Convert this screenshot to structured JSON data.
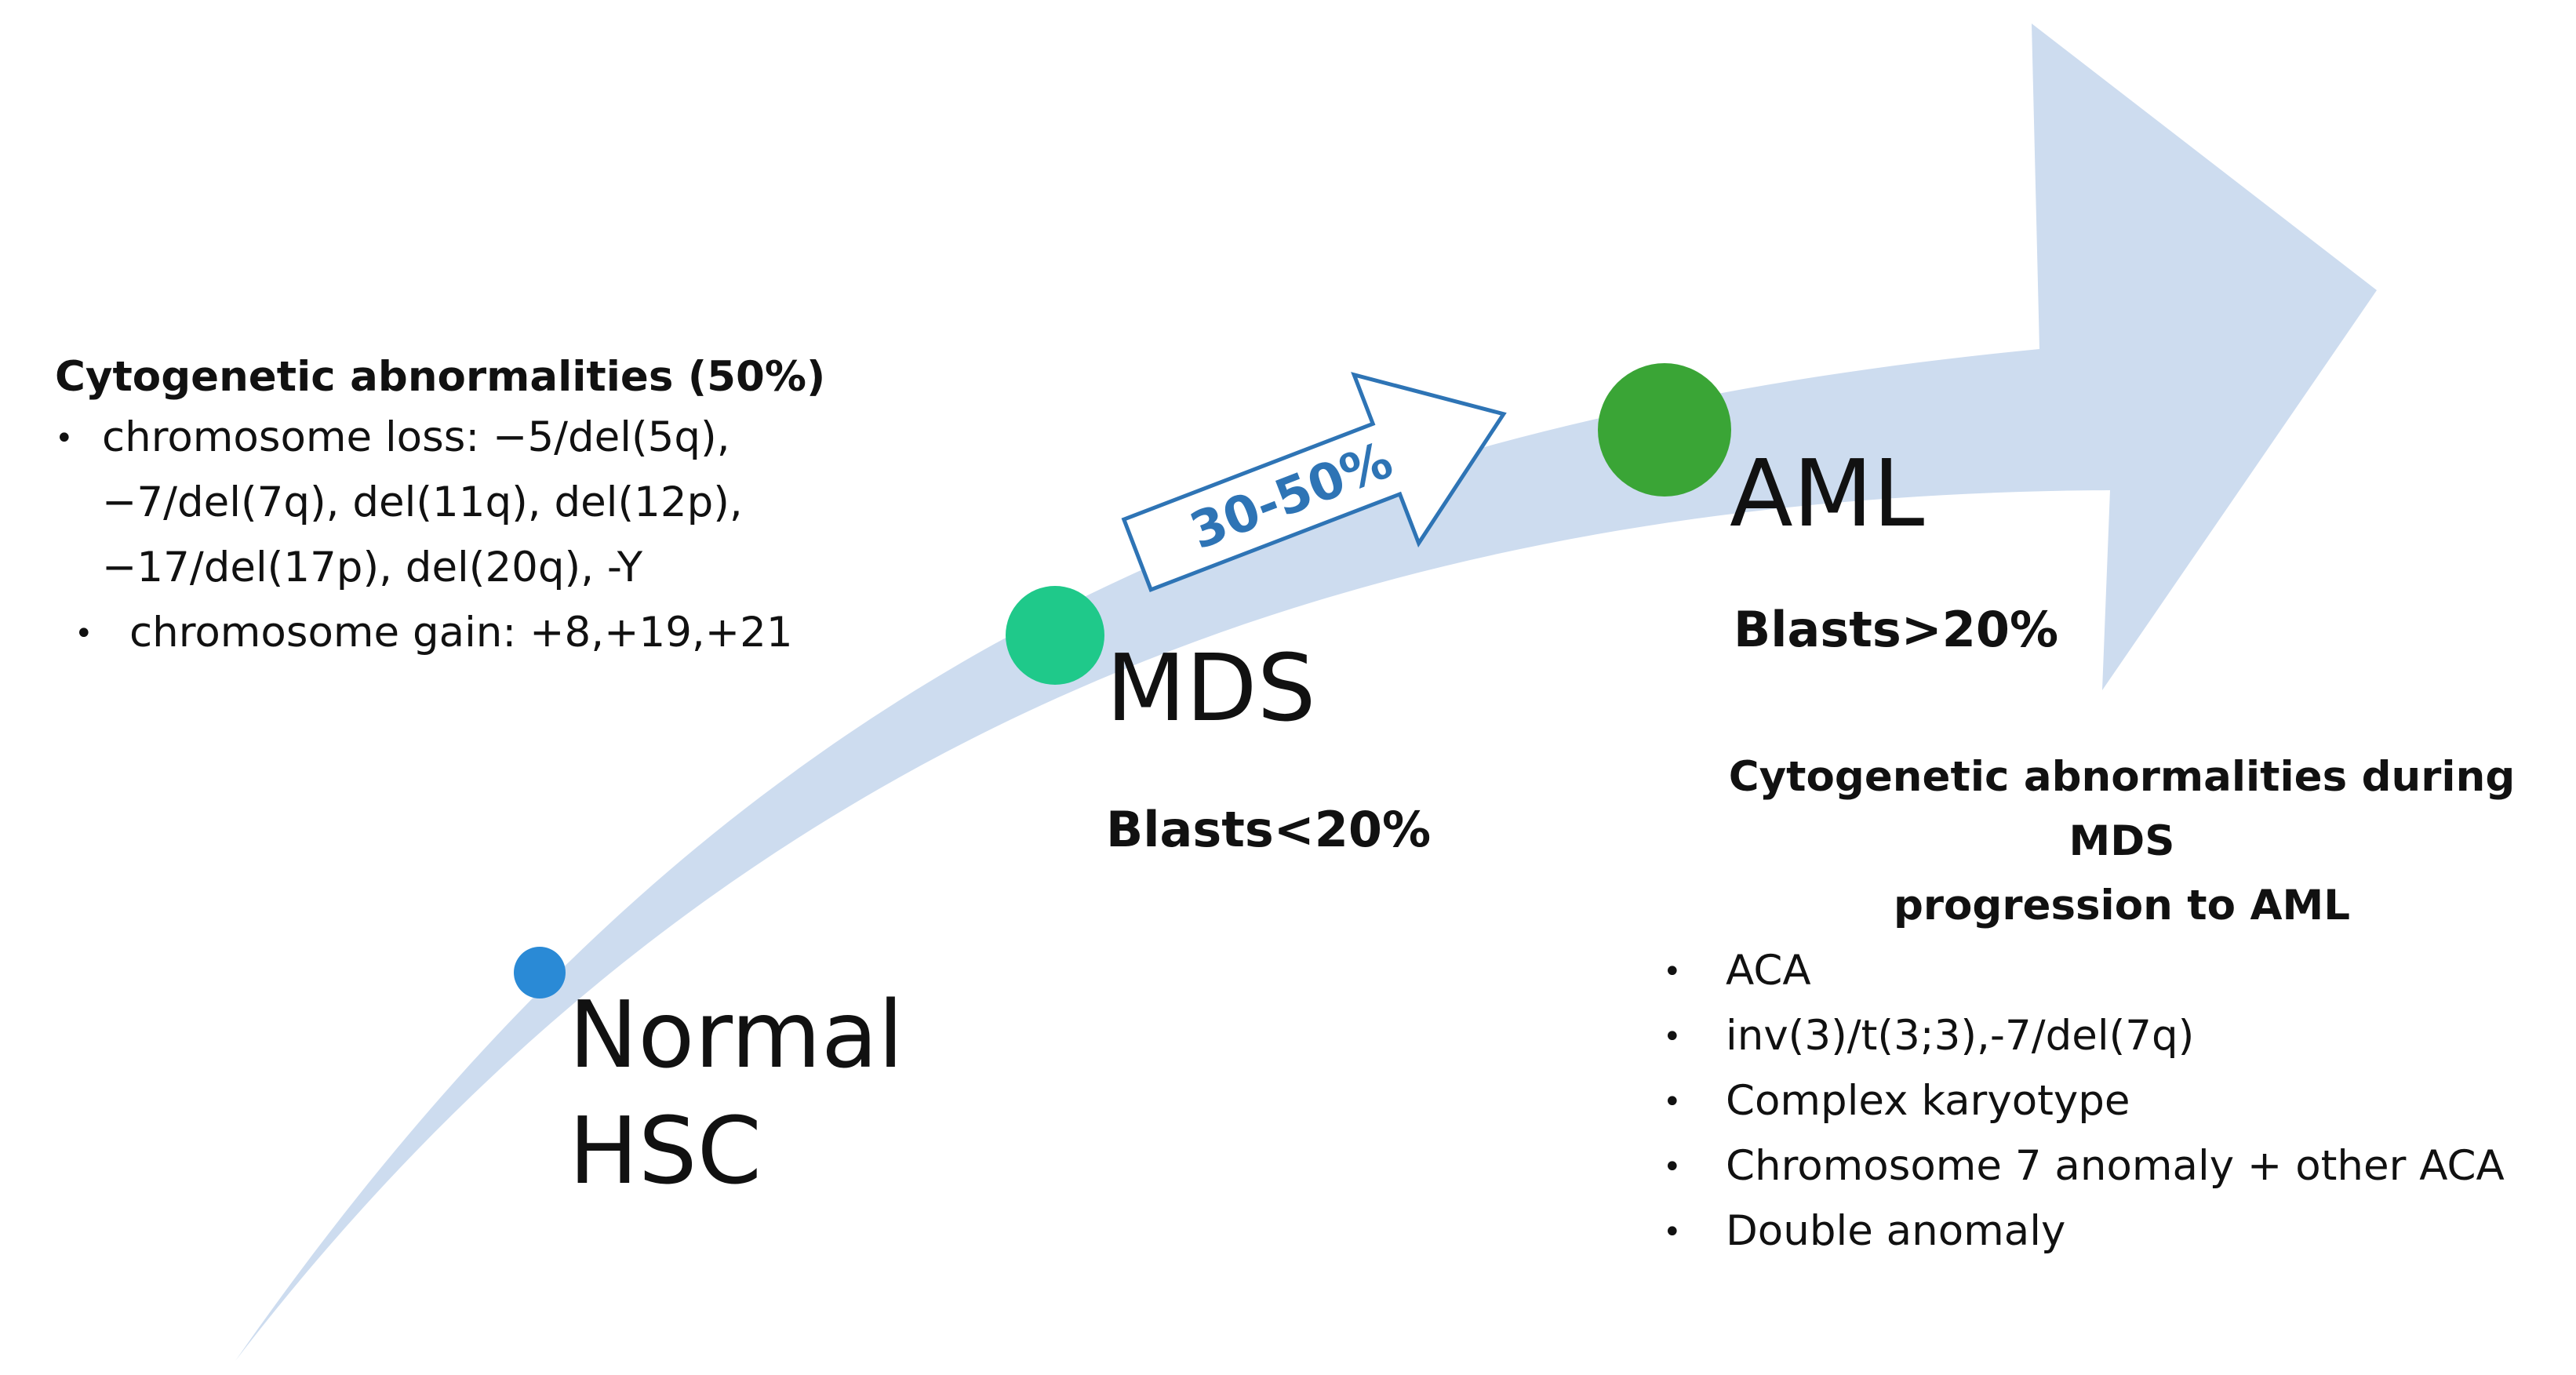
{
  "colors": {
    "big_arrow_fill": "#cddcef",
    "small_arrow_stroke": "#2e74b5",
    "small_arrow_fill": "#ffffff",
    "percent_text": "#2e74b5",
    "dot_normal": "#2a8ad6",
    "dot_mds": "#1fc98a",
    "dot_aml": "#3aa536",
    "text": "#111111"
  },
  "stages": {
    "normal": {
      "line1": "Normal",
      "line2": "HSC"
    },
    "mds": {
      "label": "MDS",
      "blasts": "Blasts<20%"
    },
    "aml": {
      "label": "AML",
      "blasts": "Blasts>20%"
    }
  },
  "transition": {
    "label": "30-50%"
  },
  "left_panel": {
    "title": "Cytogenetic abnormalities (50%)",
    "bullet_char": "•",
    "items": [
      {
        "lines": [
          "chromosome loss: −5/del(5q),",
          "−7/del(7q), del(11q), del(12p),",
          "−17/del(17p), del(20q), -Y"
        ]
      },
      {
        "lines": [
          "chromosome gain: +8,+19,+21"
        ]
      }
    ]
  },
  "right_panel": {
    "title_line1": "Cytogenetic abnormalities during MDS",
    "title_line2": "progression to AML",
    "bullet_char": "•",
    "items": [
      "ACA",
      "inv(3)/t(3;3),-7/del(7q)",
      "Complex karyotype",
      "Chromosome 7 anomaly + other ACA",
      "Double anomaly"
    ]
  }
}
